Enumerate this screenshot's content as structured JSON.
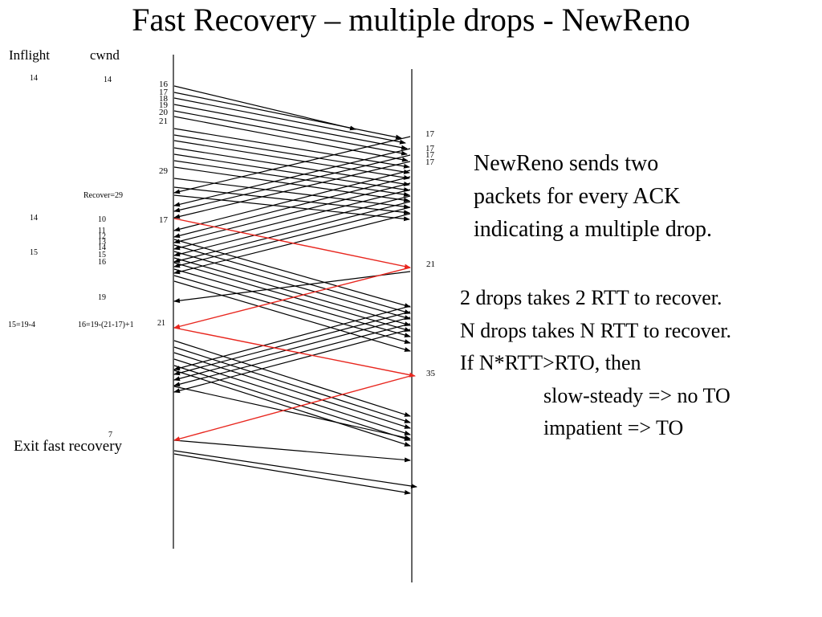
{
  "title": "Fast Recovery – multiple drops - NewReno",
  "headers": {
    "inflight": "Inflight",
    "cwnd": "cwnd"
  },
  "left_values": {
    "inflight_1": "14",
    "cwnd_1": "14",
    "recover": "Recover=29",
    "inflight_2": "14",
    "cwnd_2": "10",
    "cwnd_3": "11",
    "cwnd_4": "12",
    "cwnd_5": "13",
    "cwnd_6": "14",
    "inflight_3": "15",
    "cwnd_7": "15",
    "cwnd_8": "16",
    "cwnd_9": "19",
    "inflight_4": "15=19-4",
    "cwnd_10": "16=19-(21-17)+1",
    "cwnd_11": "7",
    "exit": "Exit fast recovery"
  },
  "sender_labels": {
    "s16": "16",
    "s17": "17",
    "s18": "18",
    "s19": "19",
    "s20": "20",
    "s21": "21",
    "s29": "29",
    "s17b": "17",
    "s21b": "21"
  },
  "receiver_labels": {
    "r17a": "17",
    "r17b": "17",
    "r17c": "17",
    "r17d": "17",
    "r21": "21",
    "r35": "35"
  },
  "notes": {
    "newreno_lines": [
      "NewReno sends two",
      "packets for every ACK",
      "indicating a multiple drop."
    ],
    "rtt_lines": [
      "2 drops takes 2 RTT to recover.",
      "N drops takes N RTT to recover.",
      "If N*RTT>RTO, then"
    ],
    "slow_steady": "slow-steady => no TO",
    "impatient": "impatient => TO"
  },
  "colors": {
    "line": "#000000",
    "retransmit": "#e8271f",
    "background": "#ffffff"
  }
}
